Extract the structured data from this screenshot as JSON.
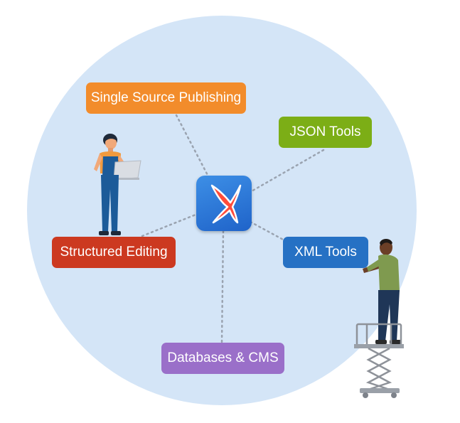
{
  "hub": {
    "icon": "oxygen-x-logo-icon"
  },
  "nodes": {
    "single_source": "Single Source Publishing",
    "json_tools": "JSON Tools",
    "structured_editing": "Structured Editing",
    "xml_tools": "XML Tools",
    "databases_cms": "Databases & CMS"
  },
  "colors": {
    "background_circle": "#d4e5f7",
    "hub": "#2a74d6",
    "single_source": "#f28c2b",
    "json_tools": "#7cae16",
    "structured_editing": "#cc3920",
    "xml_tools": "#2671c4",
    "databases_cms": "#9a6fc9",
    "connector": "#9aa3b0"
  },
  "figures": {
    "left": "woman-with-laptop-illustration",
    "right": "man-on-scissor-lift-illustration"
  }
}
